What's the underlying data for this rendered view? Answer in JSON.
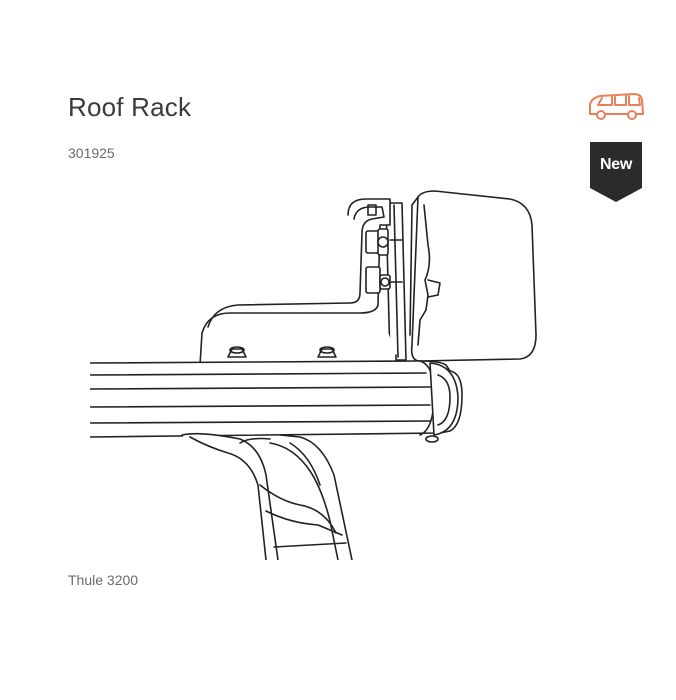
{
  "product": {
    "title": "Roof Rack",
    "part_number": "301925",
    "model": "Thule 3200"
  },
  "badge": {
    "label": "New",
    "color": "#2b2b2b"
  },
  "icons": {
    "vehicle": "van-icon",
    "vehicle_color": "#e8805a"
  }
}
